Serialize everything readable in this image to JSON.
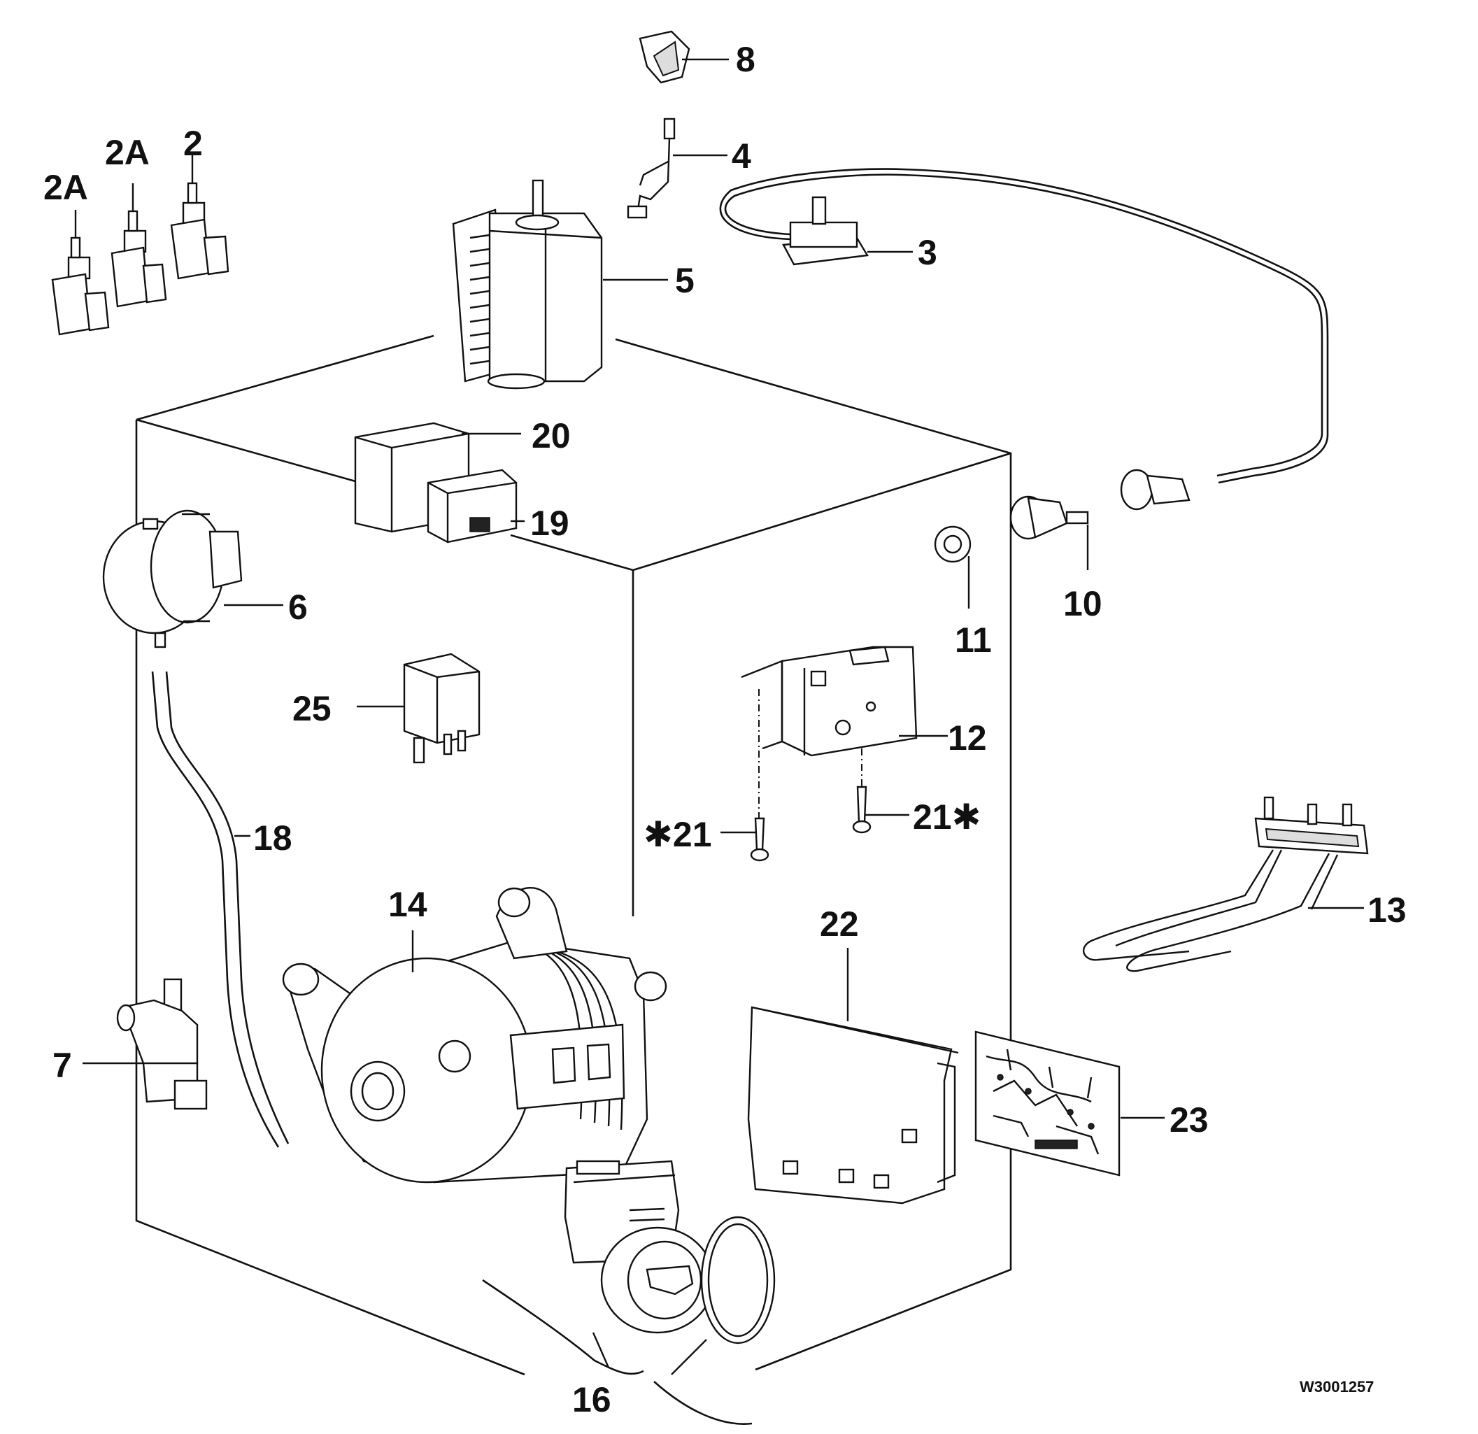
{
  "drawing_code": "W3001257",
  "labels": {
    "p2": "2",
    "p2a_a": "2A",
    "p2a_b": "2A",
    "p3": "3",
    "p4": "4",
    "p5": "5",
    "p6": "6",
    "p7": "7",
    "p8": "8",
    "p10": "10",
    "p11": "11",
    "p12": "12",
    "p13": "13",
    "p14": "14",
    "p16": "16",
    "p18": "18",
    "p19": "19",
    "p20": "20",
    "p21_left": "✱21",
    "p21_right": "21✱",
    "p22": "22",
    "p23": "23",
    "p25": "25"
  }
}
